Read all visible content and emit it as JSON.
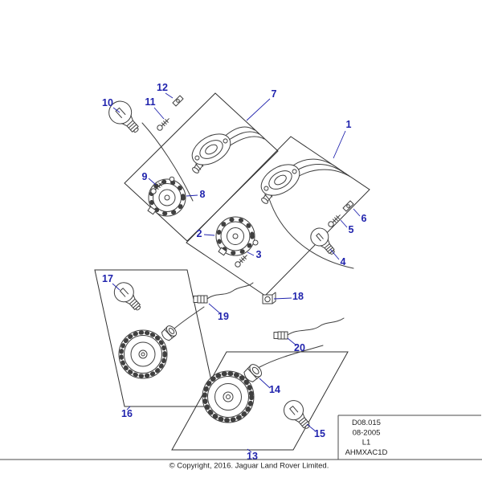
{
  "diagram": {
    "type": "exploded-parts-diagram",
    "subject": "Lamp assemblies - side and indicator lamps with bulbs, screws, clips and harness leads",
    "callout_labels": [
      "1",
      "2",
      "3",
      "4",
      "5",
      "6",
      "7",
      "8",
      "9",
      "10",
      "11",
      "12",
      "13",
      "14",
      "15",
      "16",
      "17",
      "18",
      "19",
      "20"
    ],
    "colors": {
      "callout_blue": "#2023ad",
      "drawing_line": "#3f3f3f",
      "background": "#ffffff"
    }
  },
  "doc_info": {
    "lines": [
      "D08.015",
      "08-2005",
      "L1",
      "AHMXAC1D"
    ]
  },
  "footer": {
    "copyright": "© Copyright, 2016. Jaguar Land Rover Limited."
  }
}
